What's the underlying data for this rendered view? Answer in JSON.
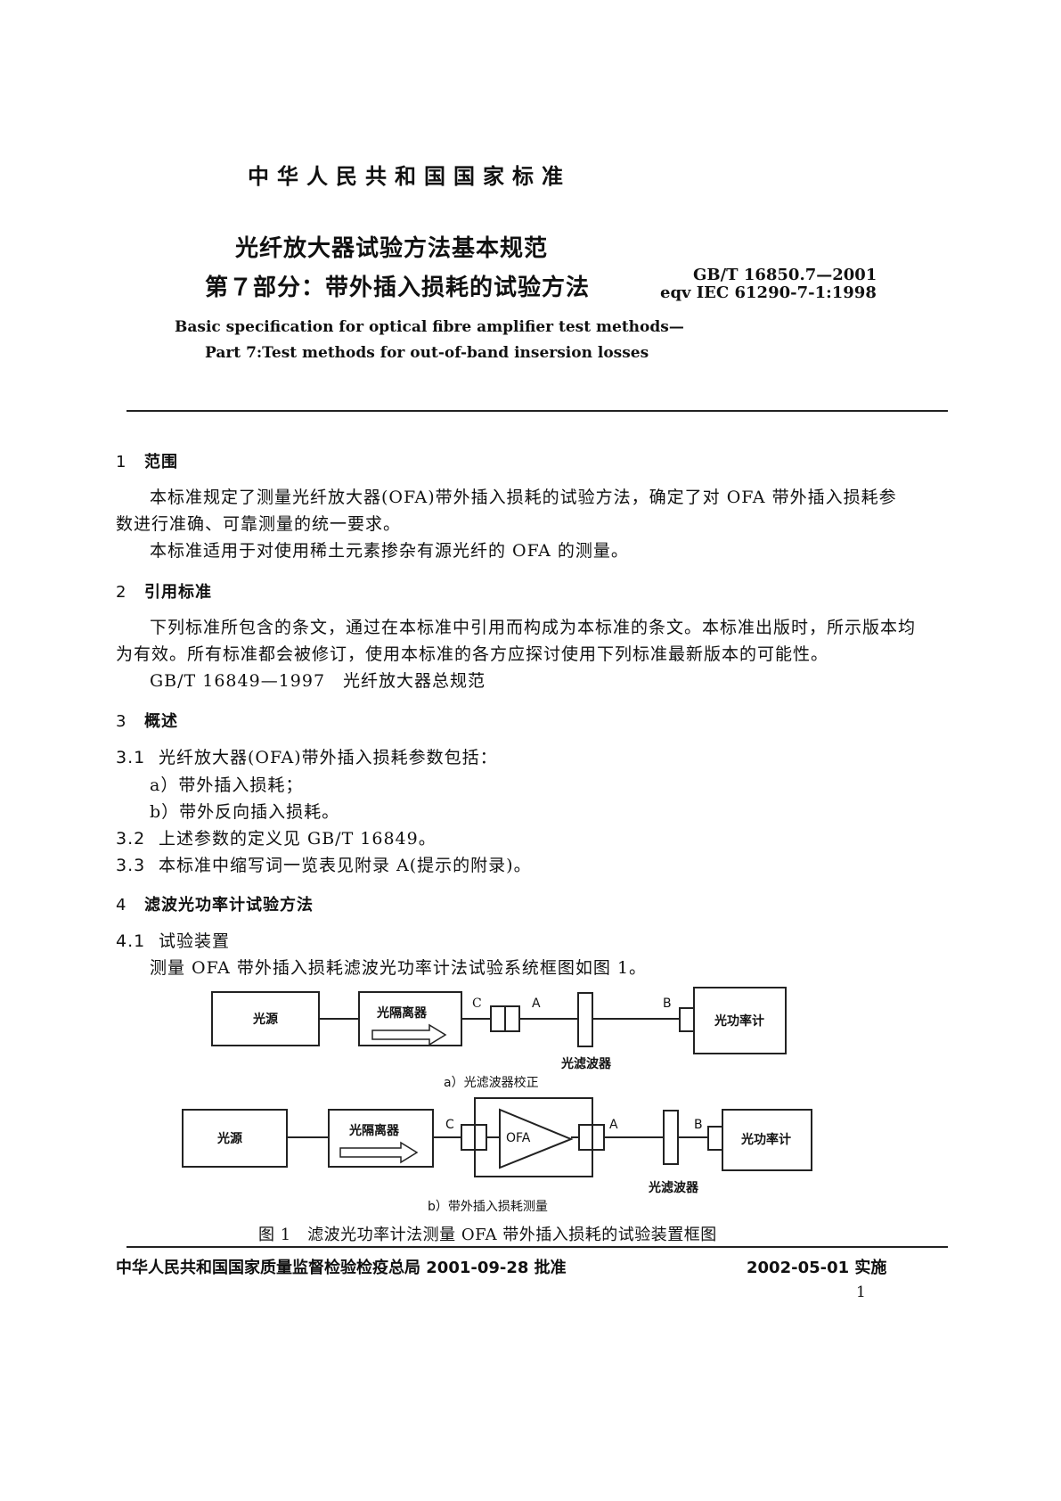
{
  "header": {
    "national_standard": "中华人民共和国国家标准",
    "title_line1": "光纤放大器试验方法基本规范",
    "title_line2": "第７部分：带外插入损耗的试验方法",
    "code_line1": "GB/T 16850.7—2001",
    "code_line2": "eqv IEC 61290-7-1:1998",
    "english_line1": "Basic specification for optical fibre amplifier test methods—",
    "english_line2": "Part 7:Test methods for out-of-band insersion losses"
  },
  "sections": {
    "s1": {
      "num": "1",
      "title": "范围",
      "p1": "本标准规定了测量光纤放大器(OFA)带外插入损耗的试验方法，确定了对 OFA 带外插入损耗参",
      "p1b": "数进行准确、可靠测量的统一要求。",
      "p2": "本标准适用于对使用稀土元素掺杂有源光纤的 OFA 的测量。"
    },
    "s2": {
      "num": "2",
      "title": "引用标准",
      "p1": "下列标准所包含的条文，通过在本标准中引用而构成为本标准的条文。本标准出版时，所示版本均",
      "p1b": "为有效。所有标准都会被修订，使用本标准的各方应探讨使用下列标准最新版本的可能性。",
      "ref": "GB/T 16849—1997　光纤放大器总规范"
    },
    "s3": {
      "num": "3",
      "title": "概述",
      "c1_num": "3.1",
      "c1": "光纤放大器(OFA)带外插入损耗参数包括：",
      "c1a": "a）带外插入损耗；",
      "c1b": "b）带外反向插入损耗。",
      "c2_num": "3.2",
      "c2": "上述参数的定义见 GB/T 16849。",
      "c3_num": "3.3",
      "c3": "本标准中缩写词一览表见附录 A(提示的附录)。"
    },
    "s4": {
      "num": "4",
      "title": "滤波光功率计试验方法",
      "c1_num": "4.1",
      "c1": "试验装置",
      "c1_text": "测量 OFA 带外插入损耗滤波光功率计法试验系统框图如图 1。"
    }
  },
  "figure": {
    "a": {
      "source": "光源",
      "isolator": "光隔离器",
      "label_c": "C",
      "label_a": "A",
      "label_b": "B",
      "power_meter": "光功率计",
      "filter": "光滤波器",
      "caption": "a）光滤波器校正"
    },
    "b": {
      "source": "光源",
      "isolator": "光隔离器",
      "label_c": "C",
      "ofa": "OFA",
      "label_a": "A",
      "label_b": "B",
      "power_meter": "光功率计",
      "filter": "光滤波器",
      "caption": "b）带外插入损耗测量"
    },
    "caption": "图 1　滤波光功率计法测量 OFA 带外插入损耗的试验装置框图"
  },
  "footer": {
    "approval": "中华人民共和国国家质量监督检验检疫总局 2001-09-28 批准",
    "implementation": "2002-05-01 实施",
    "page_number": "1"
  }
}
